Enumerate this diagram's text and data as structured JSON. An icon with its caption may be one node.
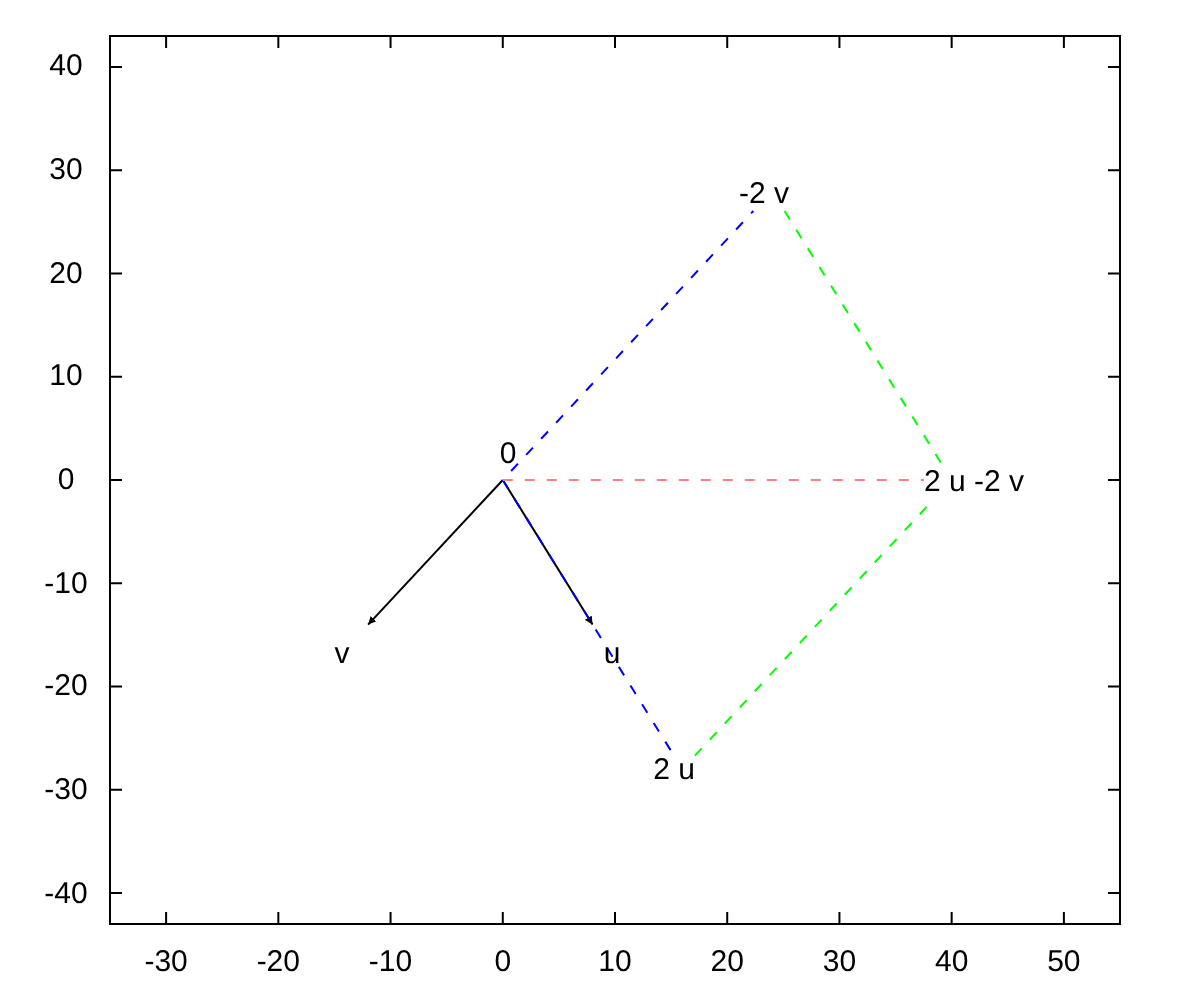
{
  "diagram": {
    "nodes": [
      {
        "text": [
          "0"
        ]
      },
      {
        "text": [
          "v"
        ]
      },
      {
        "text": [
          "u"
        ]
      },
      {
        "text": [
          "2 u"
        ]
      },
      {
        "text": [
          "-2 v"
        ]
      },
      {
        "text": [
          "2 u -2 v"
        ]
      }
    ],
    "edges": [
      {
        "from": 0,
        "to": 1,
        "arrow": "to"
      },
      {
        "from": 0,
        "to": 2,
        "arrow": "to"
      },
      {
        "from": 0,
        "to": 3,
        "arrow": "none",
        "style": "dashed",
        "color": "#0000ff"
      },
      {
        "from": 0,
        "to": 4,
        "arrow": "none",
        "style": "dashed",
        "color": "#0000ff"
      },
      {
        "from": 4,
        "to": 5,
        "arrow": "none",
        "style": "dashed",
        "color": "#00ff00"
      },
      {
        "from": 3,
        "to": 5,
        "arrow": "none",
        "style": "dashed",
        "color": "#00ff00"
      },
      {
        "from": 0,
        "to": 5,
        "arrow": "none",
        "style": "dashed",
        "color": "#ff8080"
      }
    ],
    "labels": [
      "40",
      "30",
      "20",
      "10",
      "0",
      "-10",
      "-20",
      "-30",
      "-40",
      "-30",
      "-20",
      "-10",
      "0",
      "10",
      "20",
      "30",
      "40",
      "50"
    ]
  }
}
